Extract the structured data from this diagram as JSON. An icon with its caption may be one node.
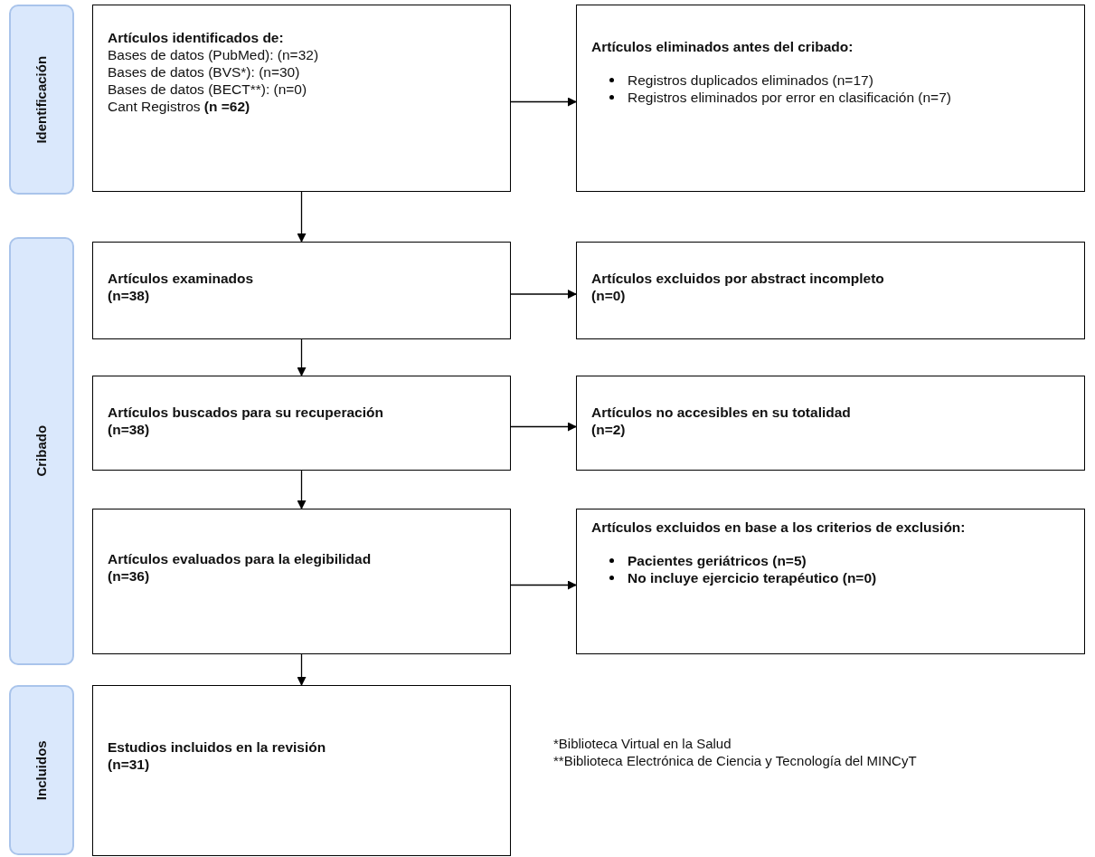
{
  "diagram": {
    "nodes": [
      {
        "text": [
          "Identificación"
        ]
      },
      {
        "text": [
          "Artículos identificados de:",
          "Bases de datos (PubMed): (n=32)",
          "Bases de datos (BVS*): (n=30)",
          "Bases de datos (BECT**): (n=0)",
          "Cant Registros **(n =62)**"
        ]
      },
      {
        "text": [
          "Artículos eliminados antes del cribado:",
          "Registros duplicados eliminados (n=17)",
          "Registros eliminados por error en clasificación (n=7)"
        ]
      },
      {
        "text": [
          "Cribado"
        ]
      },
      {
        "text": [
          "Artículos examinados",
          "(n=38)"
        ]
      },
      {
        "text": [
          "Artículos excluidos por abstract incompleto",
          "(n=0)"
        ]
      },
      {
        "text": [
          "Artículos buscados para su recuperación",
          "(n=38)"
        ]
      },
      {
        "text": [
          "Artículos no accesibles en su totalidad",
          "(n=2)"
        ]
      },
      {
        "text": [
          "Artículos evaluados para la elegibilidad",
          "(n=36)"
        ]
      },
      {
        "text": [
          "Artículos excluidos en base a los criterios de exclusión:",
          "Pacientes geriátricos (n=5)",
          "No incluye ejercicio terapéutico (n=0)"
        ]
      },
      {
        "text": [
          "Incluidos"
        ]
      },
      {
        "text": [
          "Estudios incluidos en la revisión",
          "(n=31)"
        ]
      }
    ],
    "edges": [
      {
        "from": 1,
        "to": 2,
        "arrow": "to"
      },
      {
        "from": 1,
        "to": 4,
        "arrow": "to"
      },
      {
        "from": 4,
        "to": 5,
        "arrow": "to"
      },
      {
        "from": 4,
        "to": 6,
        "arrow": "to"
      },
      {
        "from": 6,
        "to": 7,
        "arrow": "to"
      },
      {
        "from": 6,
        "to": 8,
        "arrow": "to"
      },
      {
        "from": 8,
        "to": 9,
        "arrow": "to"
      },
      {
        "from": 8,
        "to": 11,
        "arrow": "to"
      }
    ],
    "labels": [
      "*Biblioteca Virtual en la Salud",
      "**Biblioteca Electrónica de Ciencia y Tecnología del MINCyT"
    ]
  }
}
